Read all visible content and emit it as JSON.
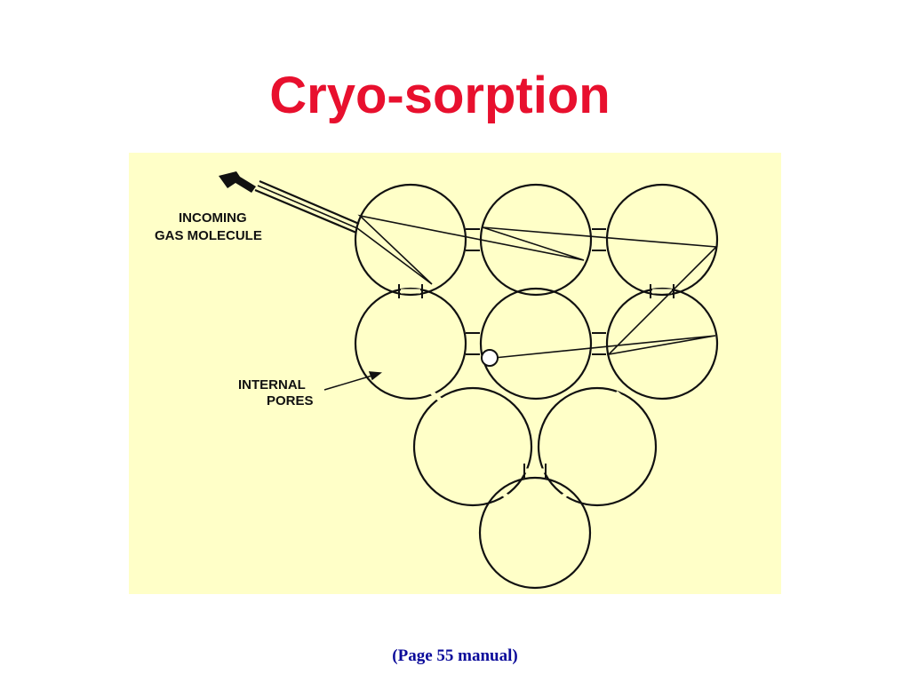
{
  "slide": {
    "title": "Cryo-sorption",
    "footer": "(Page 55 manual)"
  },
  "diagram": {
    "labels": {
      "incoming_line1": "INCOMING",
      "incoming_line2": "GAS MOLECULE",
      "pores_line1": "INTERNAL",
      "pores_line2": "PORES"
    }
  },
  "colors": {
    "title": "#e8102e",
    "panel": "#ffffc8",
    "line": "#111111",
    "footer": "#0a0a9a"
  },
  "icons": {
    "incoming_arrow": "arrow-pointing-down-right-icon"
  }
}
